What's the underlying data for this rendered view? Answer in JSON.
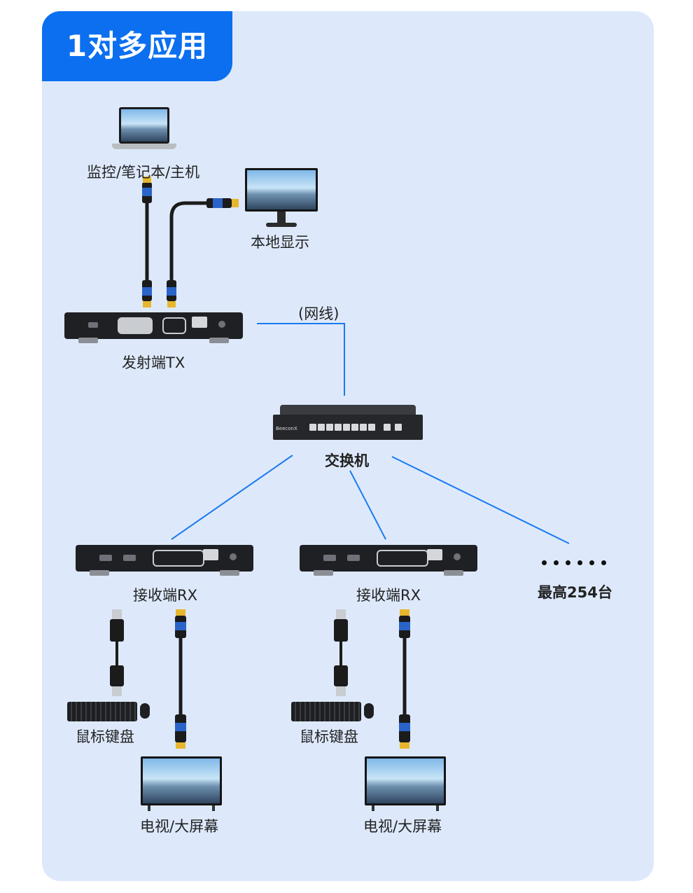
{
  "title": "1对多应用",
  "labels": {
    "source": "监控/笔记本/主机",
    "local_display": "本地显示",
    "network_cable": "(网线)",
    "transmitter": "发射端TX",
    "switch": "交换机",
    "receiver_1": "接收端RX",
    "receiver_2": "接收端RX",
    "max_count": "最高254台",
    "km_1": "鼠标键盘",
    "km_2": "鼠标键盘",
    "tv_1": "电视/大屏幕",
    "tv_2": "电视/大屏幕"
  },
  "switch_brand": "BeeconX",
  "colors": {
    "accent": "#0b6ff0",
    "panel": "#dde9fb",
    "link": "#1a7af0",
    "hdmi_tip": "#e7b62d",
    "hdmi_band": "#2a64c8"
  }
}
